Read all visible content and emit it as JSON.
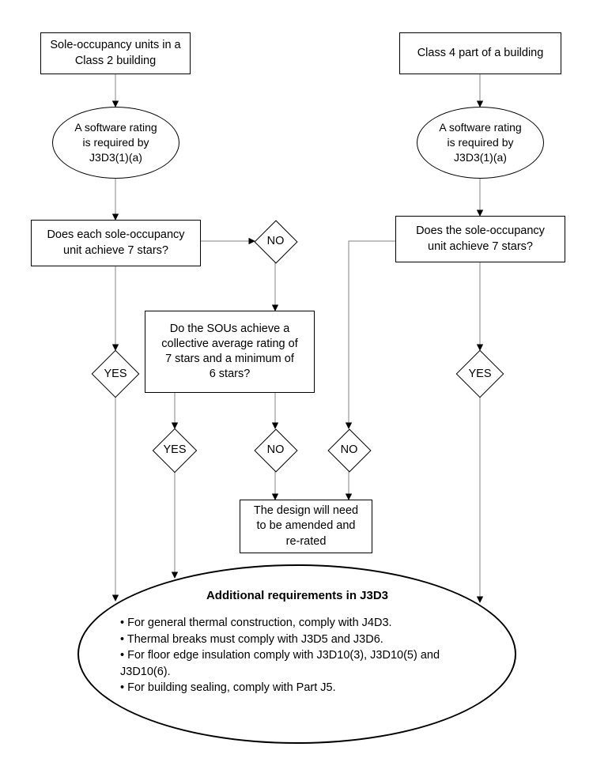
{
  "diagram": {
    "type": "flowchart",
    "title": "NCC J3D3 software rating compliance pathway",
    "background": "#ffffff",
    "line_color": "#808080",
    "shape_stroke": "#000000"
  },
  "nodes": {
    "start_left": {
      "label": "Sole-occupancy units in a Class 2 building",
      "shape": "rectangle"
    },
    "start_right": {
      "label": "Class 4 part of a building",
      "shape": "rectangle"
    },
    "oval_left_l1": "A software rating",
    "oval_left_l2": "is required by",
    "oval_left_l3": "J3D3(1)(a)",
    "oval_right_l1": "A software rating",
    "oval_right_l2": "is required by",
    "oval_right_l3": "J3D3(1)(a)",
    "decision_left_l1": "Does each sole-occupancy",
    "decision_left_l2": "unit achieve 7 stars?",
    "decision_right_l1": "Does the sole-occupancy",
    "decision_right_l2": "unit achieve 7 stars?",
    "sou_box_l1": "Do the SOUs achieve a",
    "sou_box_l2": "collective average rating of",
    "sou_box_l3": "7 stars and a minimum of",
    "sou_box_l4": "6 stars?",
    "amend_box_l1": "The design will need",
    "amend_box_l2": "to be amended and",
    "amend_box_l3": "re-rated"
  },
  "branches": {
    "no_from_left_decision": "NO",
    "yes_left": "YES",
    "yes_sou": "YES",
    "no_sou": "NO",
    "no_right_decision": "NO",
    "yes_right": "YES"
  },
  "terminal": {
    "title": "Additional requirements in J3D3",
    "items": [
      "• For general thermal construction, comply with J4D3.",
      "• Thermal breaks must comply with J3D5 and J3D6.",
      "• For floor edge insulation comply with J3D10(3), J3D10(5) and J3D10(6).",
      "• For building sealing, comply with Part J5."
    ],
    "item_0": "• For general thermal construction, comply with J4D3.",
    "item_1": "• Thermal breaks must comply with J3D5 and J3D6.",
    "item_2": "• For floor edge insulation comply with J3D10(3), J3D10(5) and J3D10(6).",
    "item_3": "• For building sealing, comply with Part J5."
  }
}
